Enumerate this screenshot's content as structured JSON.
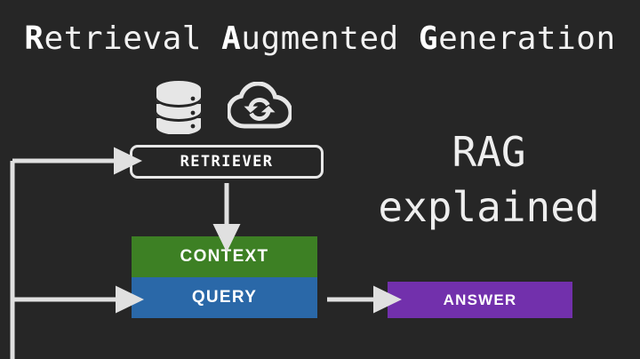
{
  "background_color": "#262626",
  "title": {
    "full_text": "Retrieval Augmented Generation",
    "parts": [
      {
        "cap": "R",
        "rest": "etrieval "
      },
      {
        "cap": "A",
        "rest": "ugmented "
      },
      {
        "cap": "G",
        "rest": "eneration"
      }
    ]
  },
  "icons": [
    {
      "name": "database-icon",
      "label": "database"
    },
    {
      "name": "cloud-sync-icon",
      "label": "cloud-sync"
    }
  ],
  "nodes": {
    "retriever": {
      "label": "RETRIEVER",
      "border_color": "#e8e8e8",
      "fill_color": "#262626"
    },
    "context": {
      "label": "CONTEXT",
      "fill_color": "#3d8024",
      "text_color": "#ffffff"
    },
    "query": {
      "label": "QUERY",
      "fill_color": "#2a68a8",
      "text_color": "#ffffff"
    },
    "answer": {
      "label": "ANSWER",
      "fill_color": "#7230ac",
      "text_color": "#ffffff"
    }
  },
  "tagline": {
    "line1": "RAG",
    "line2": "explained"
  },
  "arrows": [
    {
      "name": "feedback-to-retriever-arrow",
      "from": "feedback-bus",
      "to": "retriever"
    },
    {
      "name": "retriever-to-context-arrow",
      "from": "retriever",
      "to": "context"
    },
    {
      "name": "feedback-to-query-arrow",
      "from": "feedback-bus",
      "to": "query"
    },
    {
      "name": "query-to-answer-arrow",
      "from": "query",
      "to": "answer"
    }
  ],
  "colors": {
    "line": "#e0e0e0",
    "text": "#f2f2f2",
    "accent_green": "#3d8024",
    "accent_blue": "#2a68a8",
    "accent_purple": "#7230ac"
  }
}
